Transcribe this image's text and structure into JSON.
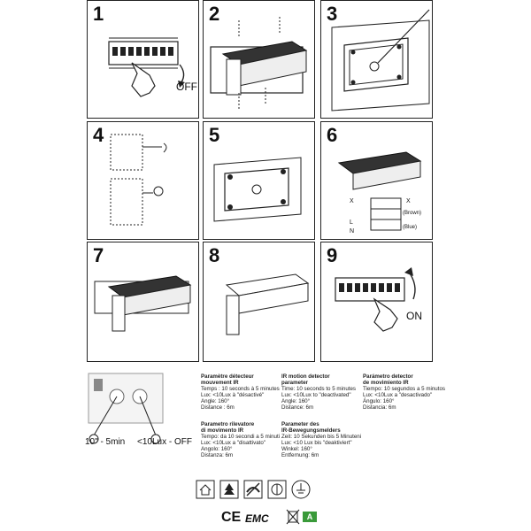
{
  "steps": [
    {
      "n": "1",
      "label": "OFF"
    },
    {
      "n": "2"
    },
    {
      "n": "3"
    },
    {
      "n": "4"
    },
    {
      "n": "5"
    },
    {
      "n": "6",
      "wire_x1": "X",
      "wire_x2": "X",
      "wire_l": "L",
      "wire_n": "N",
      "brown": "(Brown)",
      "blue": "(Blue)"
    },
    {
      "n": "7"
    },
    {
      "n": "8"
    },
    {
      "n": "9",
      "label": "ON"
    }
  ],
  "sensor": {
    "time_label": "10\" - 5min",
    "lux_label": "<10Lux - OFF"
  },
  "params": {
    "fr": {
      "title1": "Paramètre détecteur",
      "title2": "mouvement IR",
      "lines": [
        "Temps : 10 seconds à 5 minutes",
        "Lux: <10Lux à \"désactivé\"",
        "Angle: 160°",
        "Distance : 6m"
      ]
    },
    "en": {
      "title1": "IR motion detector",
      "title2": "parameter",
      "lines": [
        "Time: 10 seconds to 5 minutes",
        "Lux: <10Lux to \"deactivated\"",
        "Angle: 160°",
        "Distance: 6m"
      ]
    },
    "es": {
      "title1": "Parámetro detector",
      "title2": "de movimiento IR",
      "lines": [
        "Tiempo: 10 segundos a 5 minutos",
        "Lux: <10Lux a \"desactivado\"",
        "Ángulo: 160°",
        "Distancia: 6m"
      ]
    },
    "it": {
      "title1": "Parametro rilevatore",
      "title2": "di movimento IR",
      "lines": [
        "Tempo: da 10 secondi a 5 minuti",
        "Lux: <10Lux a \"disattivato\"",
        "Angolo: 160°",
        "Distanza: 6m"
      ]
    },
    "de": {
      "title1": "Parameter des",
      "title2": "IR-Bewegungsmelders",
      "lines": [
        "Zeit: 10 Sekunden bis 5 Minuteni",
        "Lux: <10 Lux bis \"deaktiviert\"",
        "Winkel: 160°",
        "Entfernung: 6m"
      ]
    }
  },
  "icons": [
    "house-icon",
    "tree-icon",
    "no-cover-icon",
    "double-insulation-icon",
    "ground-icon"
  ],
  "cert": {
    "ce": "CE",
    "emc": "EMC",
    "energy": "A"
  }
}
